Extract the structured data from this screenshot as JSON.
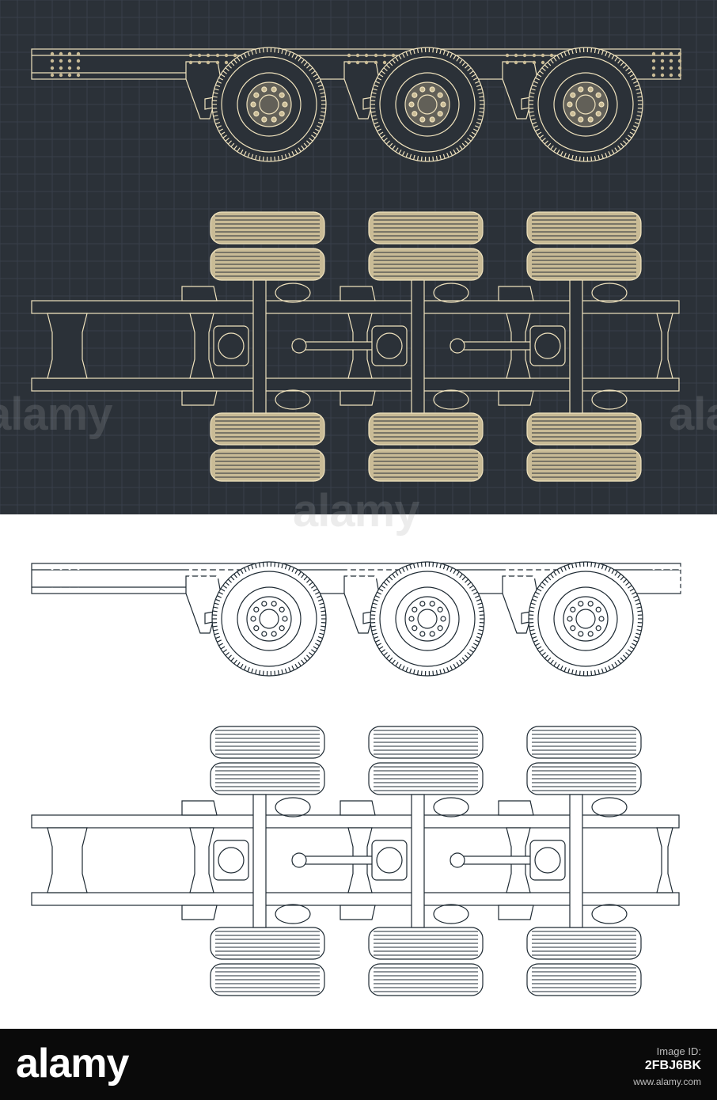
{
  "colors": {
    "dark_background": "#2b3138",
    "dark_grid": "#38404a",
    "dark_stroke": "#efe2bd",
    "dark_fill": "#c9bb96",
    "light_background": "#ffffff",
    "light_stroke": "#1e2a33",
    "light_fill": "#ffffff",
    "footer_background": "#0a0a0a"
  },
  "panels": [
    {
      "id": "dark",
      "variant": "blueprint",
      "views": [
        "side-view",
        "top-view"
      ]
    },
    {
      "id": "light",
      "variant": "line-drawing",
      "views": [
        "side-view",
        "top-view"
      ]
    }
  ],
  "drawing": {
    "axle_count": 3,
    "wheels_per_axle_side": 2,
    "frame": "ladder-frame-chassis"
  },
  "watermark": {
    "text": "alamy"
  },
  "footer": {
    "logo": "alamy",
    "image_id_label": "Image ID:",
    "image_id": "2FBJ6BK",
    "url": "www.alamy.com"
  }
}
